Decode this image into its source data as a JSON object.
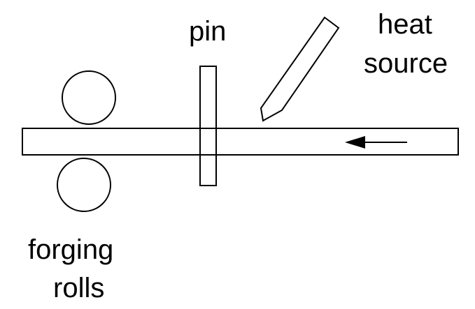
{
  "labels": {
    "pin": "pin",
    "heat_source_line1": "heat",
    "heat_source_line2": "source",
    "forging_rolls_line1": "forging",
    "forging_rolls_line2": "rolls"
  },
  "arrow": {
    "direction": "left"
  },
  "colors": {
    "line": "#000000",
    "background": "#ffffff"
  }
}
